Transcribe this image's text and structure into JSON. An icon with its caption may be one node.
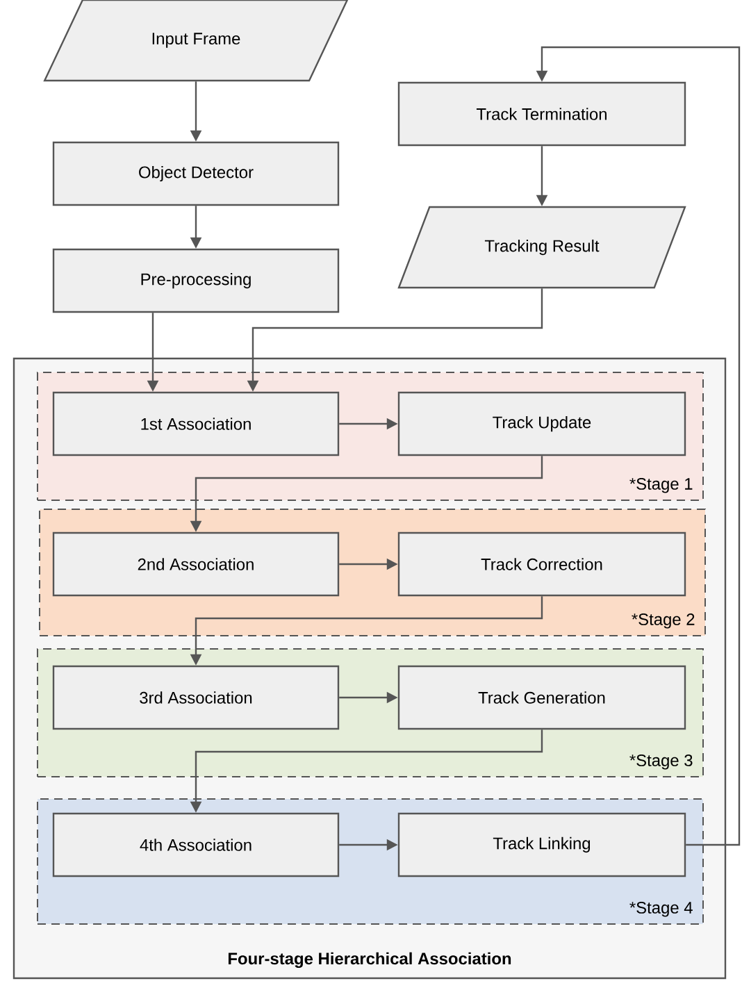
{
  "diagram": {
    "nodes": [
      {
        "text": [
          "Input Frame"
        ]
      },
      {
        "text": [
          "Object Detector"
        ]
      },
      {
        "text": [
          "Pre-processing"
        ]
      },
      {
        "text": [
          "Track Termination"
        ]
      },
      {
        "text": [
          "Tracking Result"
        ]
      },
      {
        "text": [
          "Four-stage Hierarchical Association"
        ]
      },
      {
        "text": [
          "*Stage 1"
        ],
        "in": 5
      },
      {
        "text": [
          "1st Association"
        ],
        "in": 6
      },
      {
        "text": [
          "Track Update"
        ],
        "in": 6
      },
      {
        "text": [
          "*Stage 2"
        ],
        "in": 5
      },
      {
        "text": [
          "2nd Association"
        ],
        "in": 9
      },
      {
        "text": [
          "Track Correction"
        ],
        "in": 9
      },
      {
        "text": [
          "*Stage 3"
        ],
        "in": 5
      },
      {
        "text": [
          "3rd Association"
        ],
        "in": 12
      },
      {
        "text": [
          "Track Generation"
        ],
        "in": 12
      },
      {
        "text": [
          "*Stage 4"
        ],
        "in": 5
      },
      {
        "text": [
          "4th Association"
        ],
        "in": 15
      },
      {
        "text": [
          "Track Linking"
        ],
        "in": 15
      }
    ],
    "edges": [
      {
        "from": 0,
        "to": 1,
        "arrow": "to"
      },
      {
        "from": 1,
        "to": 2,
        "arrow": "to"
      },
      {
        "from": 2,
        "to": 7,
        "arrow": "to"
      },
      {
        "from": 3,
        "to": 4,
        "arrow": "to"
      },
      {
        "from": 4,
        "to": 7,
        "arrow": "to"
      },
      {
        "from": 7,
        "to": 8,
        "arrow": "to"
      },
      {
        "from": 8,
        "to": 10,
        "arrow": "to"
      },
      {
        "from": 10,
        "to": 11,
        "arrow": "to"
      },
      {
        "from": 11,
        "to": 13,
        "arrow": "to"
      },
      {
        "from": 13,
        "to": 14,
        "arrow": "to"
      },
      {
        "from": 14,
        "to": 16,
        "arrow": "to"
      },
      {
        "from": 16,
        "to": 17,
        "arrow": "to"
      },
      {
        "from": 17,
        "to": 3,
        "arrow": "to"
      }
    ]
  }
}
